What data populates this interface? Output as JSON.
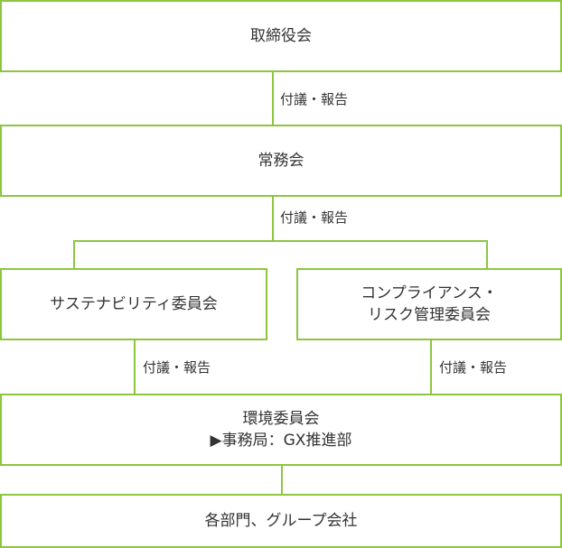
{
  "colors": {
    "border": "#8cc63f",
    "text": "#333333",
    "background": "#ffffff"
  },
  "nodes": {
    "board": "取締役会",
    "executive": "常務会",
    "sustainability": "サステナビリティ委員会",
    "compliance_line1": "コンプライアンス・",
    "compliance_line2": "リスク管理委員会",
    "environment_line1": "環境委員会",
    "environment_line2": "▶事務局：GX推進部",
    "departments": "各部門、グループ会社"
  },
  "edges": {
    "exec_to_board": "付議・報告",
    "committees_to_exec": "付議・報告",
    "env_to_sustainability": "付議・報告",
    "env_to_compliance": "付議・報告"
  }
}
